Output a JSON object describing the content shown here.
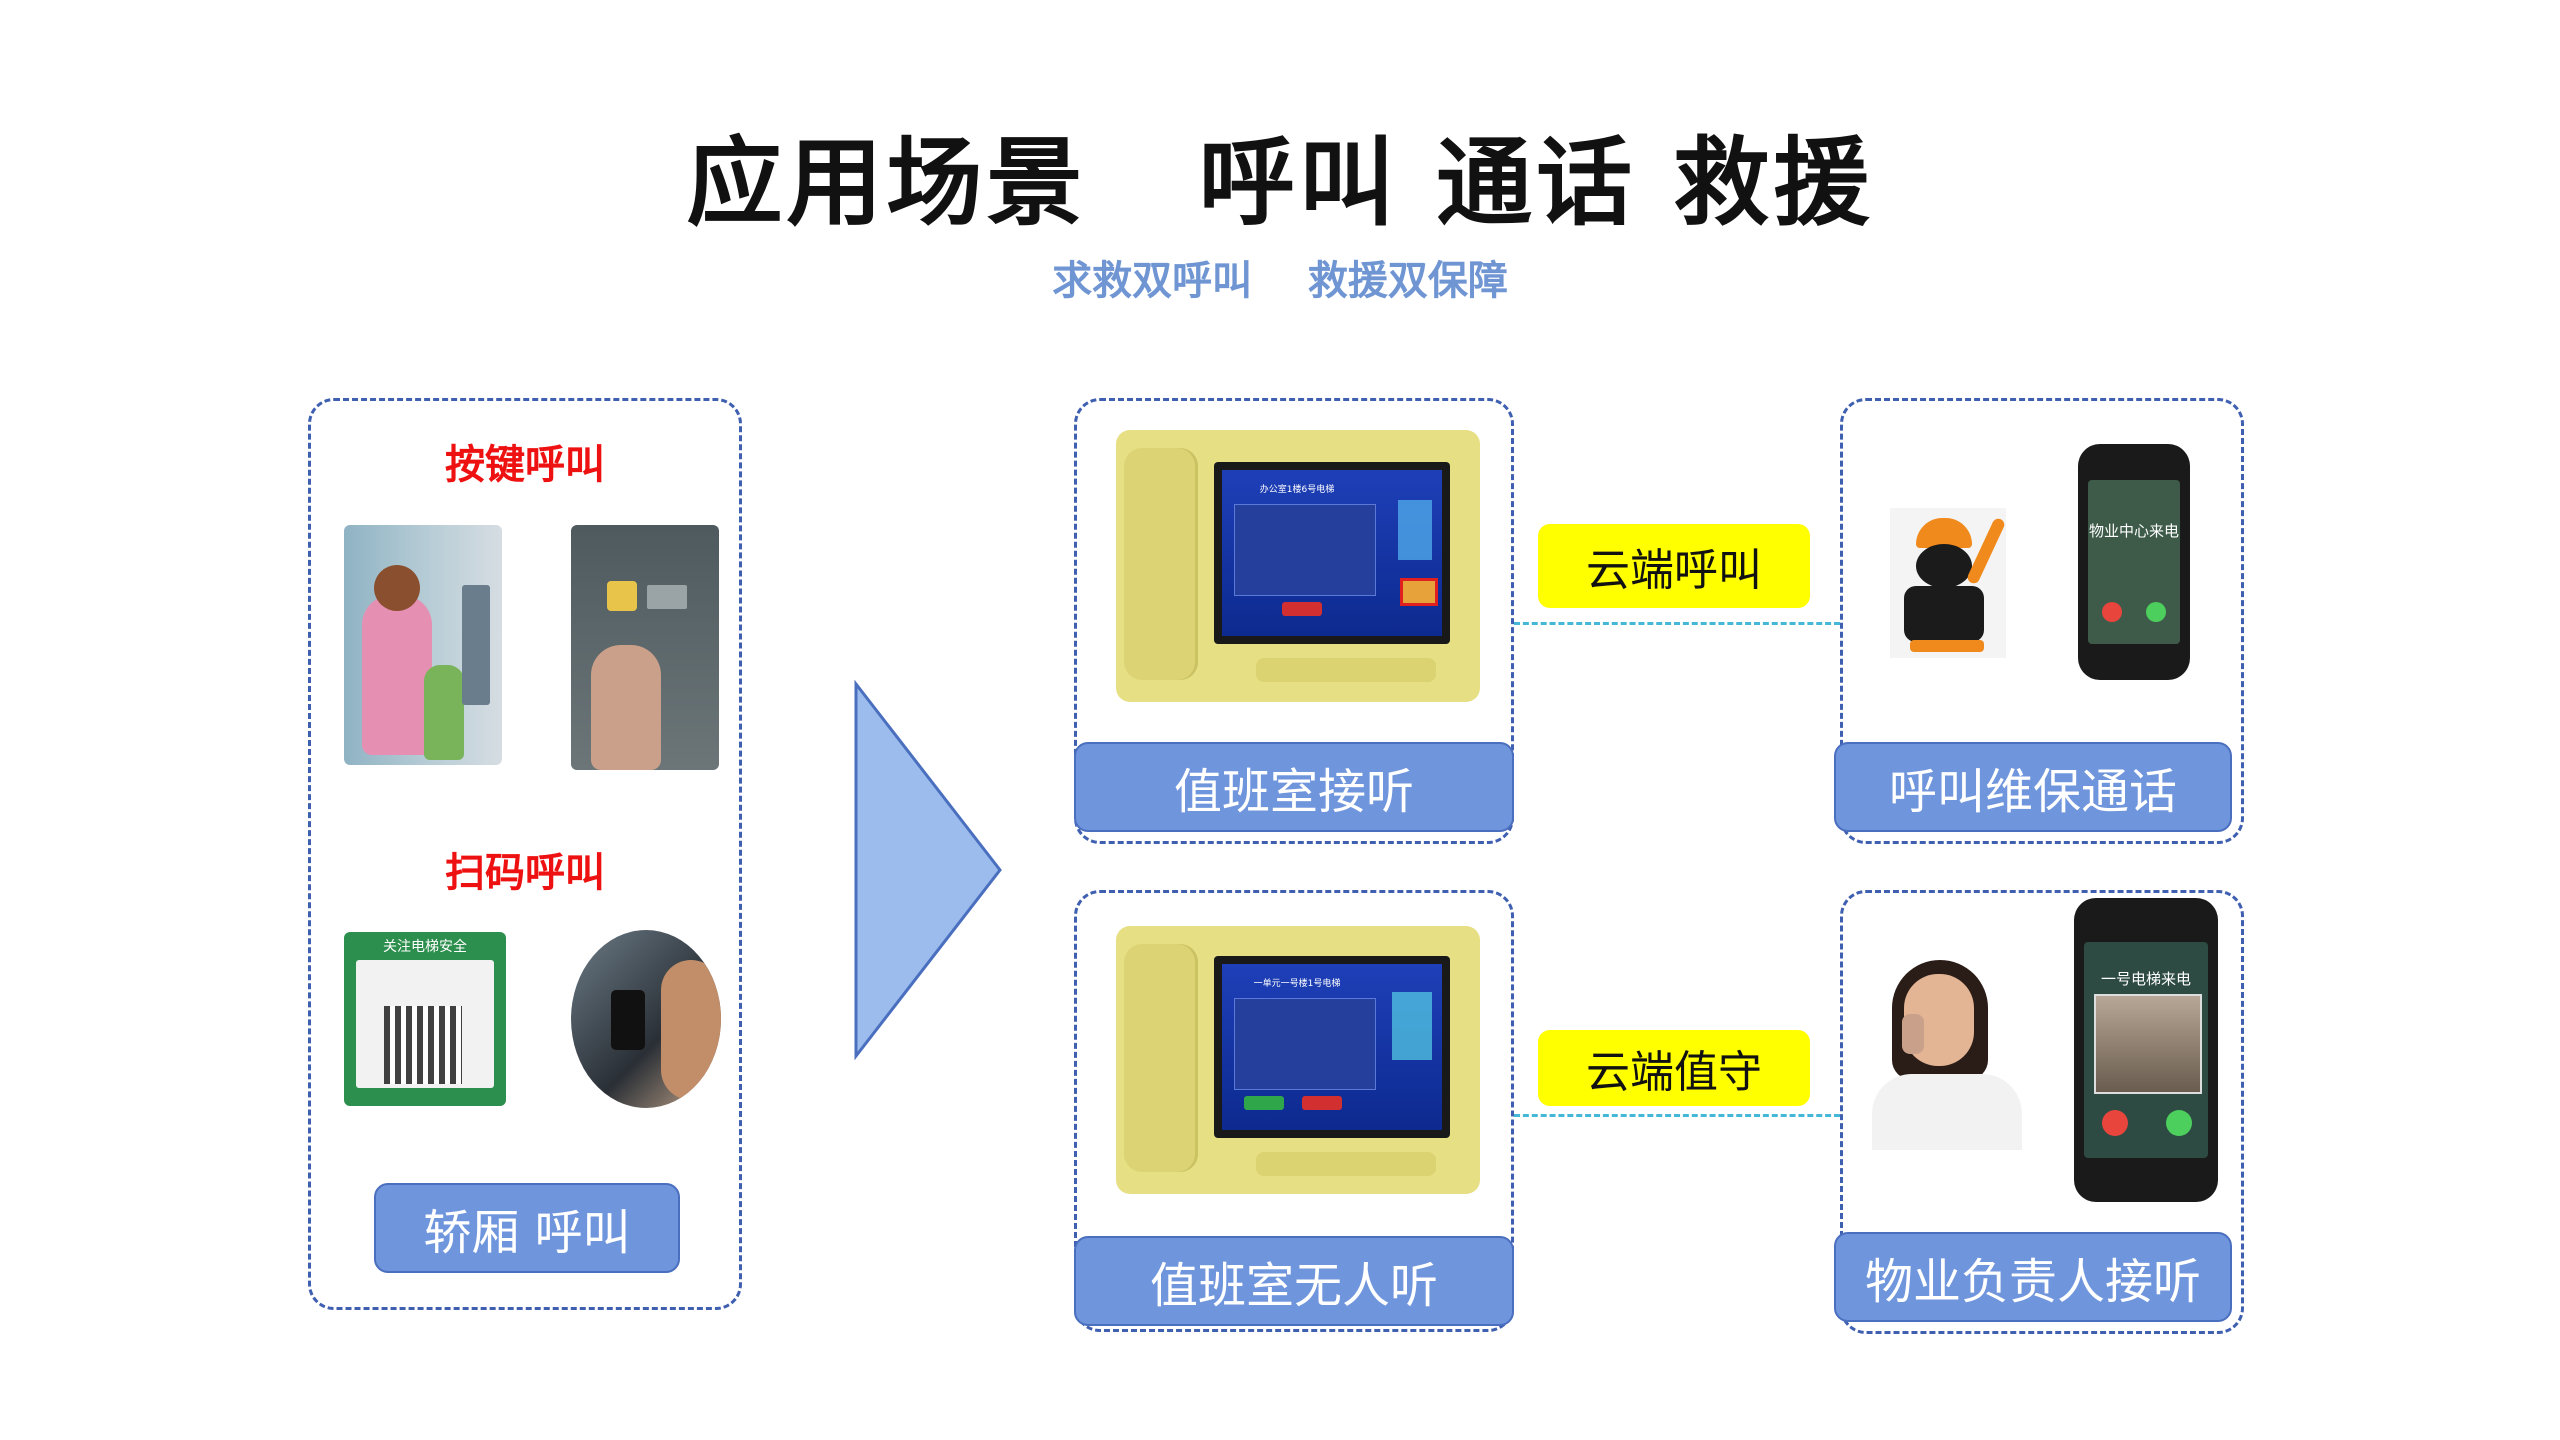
{
  "header": {
    "title": "应用场景   呼叫 通话 救援",
    "subtitle": "求救双呼叫    救援双保障"
  },
  "left_panel": {
    "key_call_label": "按键呼叫",
    "scan_call_label": "扫码呼叫",
    "car_call_button": "轿厢 呼叫",
    "qr_sign_text": "关注电梯安全"
  },
  "row_top": {
    "terminal_screen_title": "办公室1楼6号电梯",
    "duty_button": "值班室接听",
    "cloud_tag": "云端呼叫",
    "phone_caller": "物业中心来电",
    "maint_button": "呼叫维保通话"
  },
  "row_bottom": {
    "terminal_screen_title": "一单元一号楼1号电梯",
    "duty_button": "值班室无人听",
    "cloud_tag": "云端值守",
    "phone_caller": "一号电梯来电",
    "owner_button": "物业负责人接听"
  },
  "colors": {
    "accent_blue": "#6f95dc",
    "dash_blue": "#3f5fb0",
    "tag_yellow": "#ffff00",
    "label_red": "#ee1111"
  }
}
